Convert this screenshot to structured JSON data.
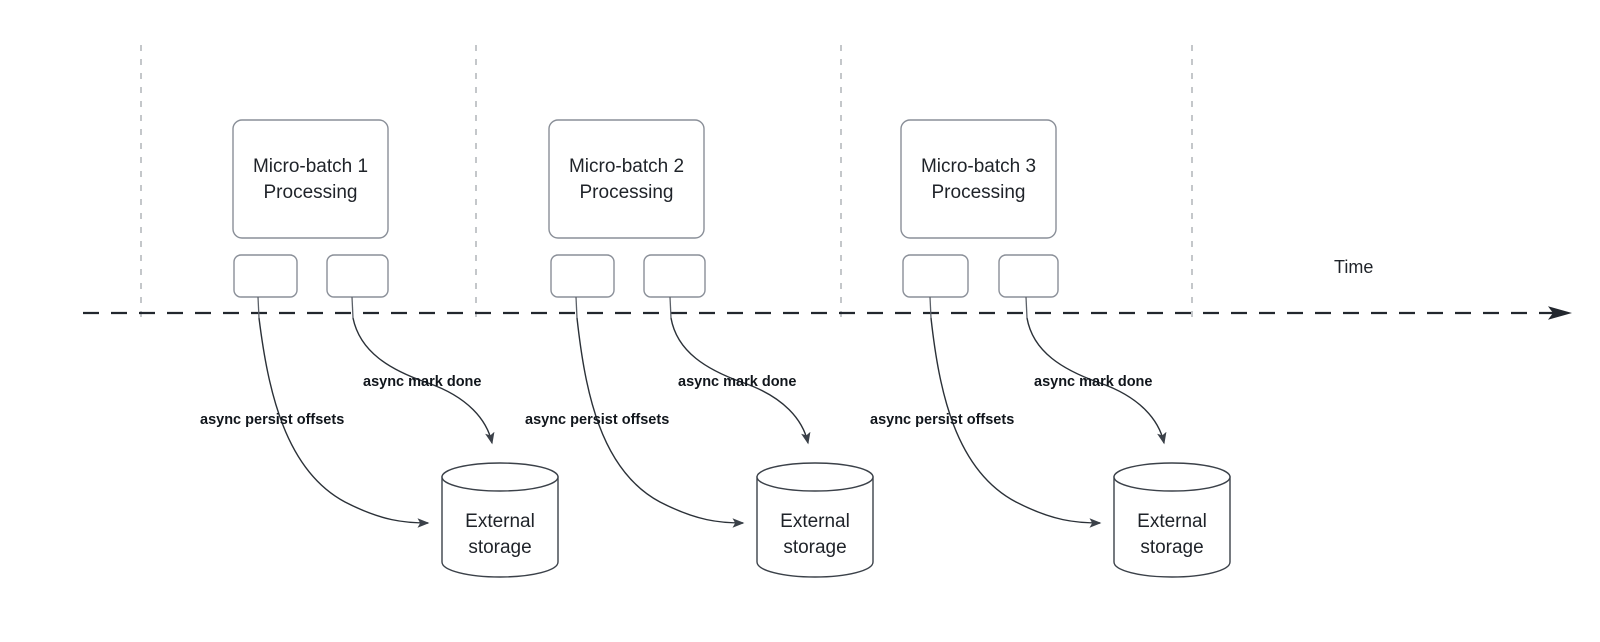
{
  "diagram": {
    "title_axis": {
      "time_label": "Time"
    },
    "groups": [
      {
        "id": "group-1",
        "batch_label_line1": "Micro-batch 1",
        "batch_label_line2": "Processing",
        "task_box_left_label": "",
        "task_box_right_label": "",
        "edge_label_persist": "async persist offsets",
        "edge_label_mark": "async mark done",
        "storage_label_line1": "External",
        "storage_label_line2": "storage"
      },
      {
        "id": "group-2",
        "batch_label_line1": "Micro-batch 2",
        "batch_label_line2": "Processing",
        "task_box_left_label": "",
        "task_box_right_label": "",
        "edge_label_persist": "async persist offsets",
        "edge_label_mark": "async mark done",
        "storage_label_line1": "External",
        "storage_label_line2": "storage"
      },
      {
        "id": "group-3",
        "batch_label_line1": "Micro-batch 3",
        "batch_label_line2": "Processing",
        "task_box_left_label": "",
        "task_box_right_label": "",
        "edge_label_persist": "async persist offsets",
        "edge_label_mark": "async mark done",
        "storage_label_line1": "External",
        "storage_label_line2": "storage"
      }
    ],
    "colors": {
      "background": "#ffffff",
      "box_stroke": "#8a8f98",
      "cylinder_stroke": "#3b4149",
      "timeline_stroke": "#22272e",
      "tick_stroke": "#b6b9bd",
      "text": "#1f2329",
      "edge_label_text": "#11161c"
    }
  }
}
